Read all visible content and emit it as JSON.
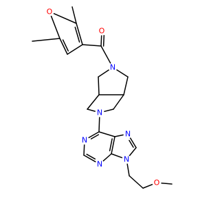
{
  "molecule": {
    "colors": {
      "bond": "#000000",
      "carbon": "#000000",
      "nitrogen": "#0000ff",
      "oxygen": "#ff0000",
      "background": "#ffffff"
    },
    "atoms": [
      {
        "id": "o_fur",
        "text": "O",
        "element": "O"
      },
      {
        "id": "c_fur_a",
        "text": "",
        "element": "C"
      },
      {
        "id": "c_fur_b",
        "text": "",
        "element": "C"
      },
      {
        "id": "c_fur_c",
        "text": "",
        "element": "C"
      },
      {
        "id": "c_fur_d",
        "text": "",
        "element": "C"
      },
      {
        "id": "me_top",
        "text": "",
        "element": "C"
      },
      {
        "id": "me_left",
        "text": "",
        "element": "C"
      },
      {
        "id": "c_carbonyl",
        "text": "",
        "element": "C"
      },
      {
        "id": "o_carbonyl",
        "text": "O",
        "element": "O"
      },
      {
        "id": "n_pyr1",
        "text": "N",
        "element": "N"
      },
      {
        "id": "c_p1",
        "text": "",
        "element": "C"
      },
      {
        "id": "c_p2",
        "text": "",
        "element": "C"
      },
      {
        "id": "c_p3",
        "text": "",
        "element": "C"
      },
      {
        "id": "c_p4",
        "text": "",
        "element": "C"
      },
      {
        "id": "c_p5",
        "text": "",
        "element": "C"
      },
      {
        "id": "c_p6",
        "text": "",
        "element": "C"
      },
      {
        "id": "n_pyr2",
        "text": "N",
        "element": "N"
      },
      {
        "id": "c6_pur",
        "text": "",
        "element": "C"
      },
      {
        "id": "n1_pur",
        "text": "N",
        "element": "N"
      },
      {
        "id": "c2_pur",
        "text": "",
        "element": "C"
      },
      {
        "id": "n3_pur",
        "text": "N",
        "element": "N"
      },
      {
        "id": "c4_pur",
        "text": "",
        "element": "C"
      },
      {
        "id": "c5_pur",
        "text": "",
        "element": "C"
      },
      {
        "id": "n7_pur",
        "text": "N",
        "element": "N"
      },
      {
        "id": "c8_pur",
        "text": "",
        "element": "C"
      },
      {
        "id": "n9_pur",
        "text": "N",
        "element": "N"
      },
      {
        "id": "c_ch2a",
        "text": "",
        "element": "C"
      },
      {
        "id": "c_ch2b",
        "text": "",
        "element": "C"
      },
      {
        "id": "o_ether",
        "text": "O",
        "element": "O"
      },
      {
        "id": "c_ome",
        "text": "",
        "element": "C"
      }
    ],
    "bonds": [
      {
        "a": "o_fur",
        "b": "c_fur_a",
        "order": 1
      },
      {
        "a": "c_fur_a",
        "b": "c_fur_b",
        "order": 2
      },
      {
        "a": "c_fur_b",
        "b": "c_fur_c",
        "order": 1
      },
      {
        "a": "c_fur_c",
        "b": "c_fur_d",
        "order": 2
      },
      {
        "a": "c_fur_d",
        "b": "o_fur",
        "order": 1
      },
      {
        "a": "c_fur_a",
        "b": "me_top",
        "order": 1
      },
      {
        "a": "c_fur_d",
        "b": "me_left",
        "order": 1
      },
      {
        "a": "c_fur_b",
        "b": "c_carbonyl",
        "order": 1
      },
      {
        "a": "c_carbonyl",
        "b": "o_carbonyl",
        "order": 2
      },
      {
        "a": "c_carbonyl",
        "b": "n_pyr1",
        "order": 1
      },
      {
        "a": "n_pyr1",
        "b": "c_p1",
        "order": 1
      },
      {
        "a": "n_pyr1",
        "b": "c_p2",
        "order": 1
      },
      {
        "a": "c_p1",
        "b": "c_p3",
        "order": 1
      },
      {
        "a": "c_p2",
        "b": "c_p4",
        "order": 1
      },
      {
        "a": "c_p3",
        "b": "c_p4",
        "order": 1
      },
      {
        "a": "c_p3",
        "b": "c_p5",
        "order": 1
      },
      {
        "a": "c_p4",
        "b": "c_p6",
        "order": 1
      },
      {
        "a": "c_p5",
        "b": "n_pyr2",
        "order": 1
      },
      {
        "a": "c_p6",
        "b": "n_pyr2",
        "order": 1
      },
      {
        "a": "n_pyr2",
        "b": "c6_pur",
        "order": 1
      },
      {
        "a": "c6_pur",
        "b": "n1_pur",
        "order": 2
      },
      {
        "a": "n1_pur",
        "b": "c2_pur",
        "order": 1
      },
      {
        "a": "c2_pur",
        "b": "n3_pur",
        "order": 2
      },
      {
        "a": "n3_pur",
        "b": "c4_pur",
        "order": 1
      },
      {
        "a": "c4_pur",
        "b": "c5_pur",
        "order": 2
      },
      {
        "a": "c5_pur",
        "b": "c6_pur",
        "order": 1
      },
      {
        "a": "c5_pur",
        "b": "n7_pur",
        "order": 1
      },
      {
        "a": "n7_pur",
        "b": "c8_pur",
        "order": 2
      },
      {
        "a": "c8_pur",
        "b": "n9_pur",
        "order": 1
      },
      {
        "a": "n9_pur",
        "b": "c4_pur",
        "order": 1
      },
      {
        "a": "n9_pur",
        "b": "c_ch2a",
        "order": 1
      },
      {
        "a": "c_ch2a",
        "b": "c_ch2b",
        "order": 1
      },
      {
        "a": "c_ch2b",
        "b": "o_ether",
        "order": 1
      },
      {
        "a": "o_ether",
        "b": "c_ome",
        "order": 1
      }
    ]
  }
}
